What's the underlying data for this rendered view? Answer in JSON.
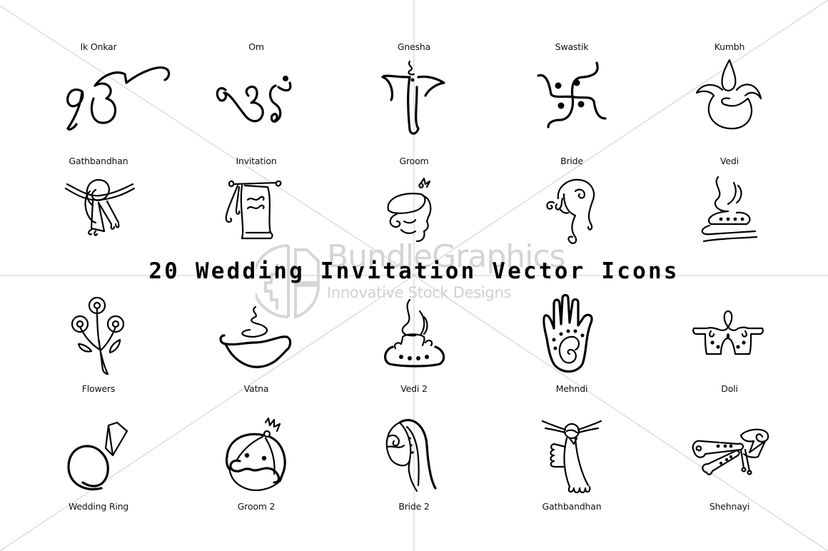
{
  "title": "20 Wedding Invitation Vector Icons",
  "watermark": {
    "brand": "BundleGraphics",
    "tagline": "Innovative Stock Designs",
    "color": "#d4d4d4"
  },
  "colors": {
    "background": "#ffffff",
    "icon_stroke": "#000000",
    "guide_lines": "#cccccc"
  },
  "icons": [
    {
      "label": "Ik Onkar",
      "icon": "ik-onkar-icon"
    },
    {
      "label": "Om",
      "icon": "om-icon"
    },
    {
      "label": "Gnesha",
      "icon": "ganesha-icon"
    },
    {
      "label": "Swastik",
      "icon": "swastik-icon"
    },
    {
      "label": "Kumbh",
      "icon": "kumbh-icon"
    },
    {
      "label": "Gathbandhan",
      "icon": "gathbandhan-icon"
    },
    {
      "label": "Invitation",
      "icon": "invitation-scroll-icon"
    },
    {
      "label": "Groom",
      "icon": "groom-icon"
    },
    {
      "label": "Bride",
      "icon": "bride-icon"
    },
    {
      "label": "Vedi",
      "icon": "vedi-icon"
    },
    {
      "label": "Flowers",
      "icon": "flowers-icon"
    },
    {
      "label": "Vatna",
      "icon": "vatna-bowl-icon"
    },
    {
      "label": "Vedi 2",
      "icon": "vedi-2-icon"
    },
    {
      "label": "Mehndi",
      "icon": "mehndi-hand-icon"
    },
    {
      "label": "Doli",
      "icon": "doli-icon"
    },
    {
      "label": "Wedding Ring",
      "icon": "wedding-ring-icon"
    },
    {
      "label": "Groom 2",
      "icon": "groom-2-icon"
    },
    {
      "label": "Bride 2",
      "icon": "bride-2-icon"
    },
    {
      "label": "Gathbandhan",
      "icon": "gathbandhan-2-icon"
    },
    {
      "label": "Shehnayi",
      "icon": "shehnayi-icon"
    }
  ]
}
